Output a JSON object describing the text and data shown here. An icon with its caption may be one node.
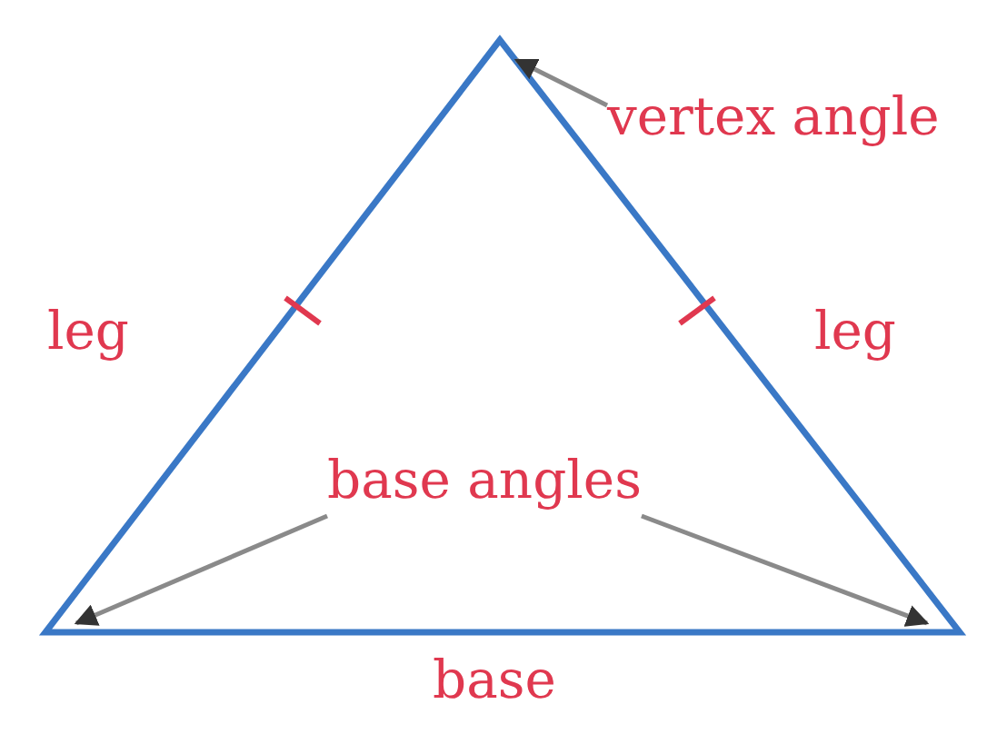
{
  "diagram": {
    "nodes": [
      {
        "text": [
          "vertex angle"
        ]
      },
      {
        "text": [],
        "shape": "triangle"
      },
      {
        "text": [
          "base angles"
        ],
        "in": 1
      }
    ],
    "edges": [
      {
        "from": 0,
        "to": 1,
        "arrow": "to"
      },
      {
        "from": 2,
        "to": 1,
        "arrow": "to"
      },
      {
        "from": 2,
        "to": 1,
        "arrow": "to"
      }
    ],
    "labels": [
      "leg",
      "leg",
      "base"
    ]
  }
}
